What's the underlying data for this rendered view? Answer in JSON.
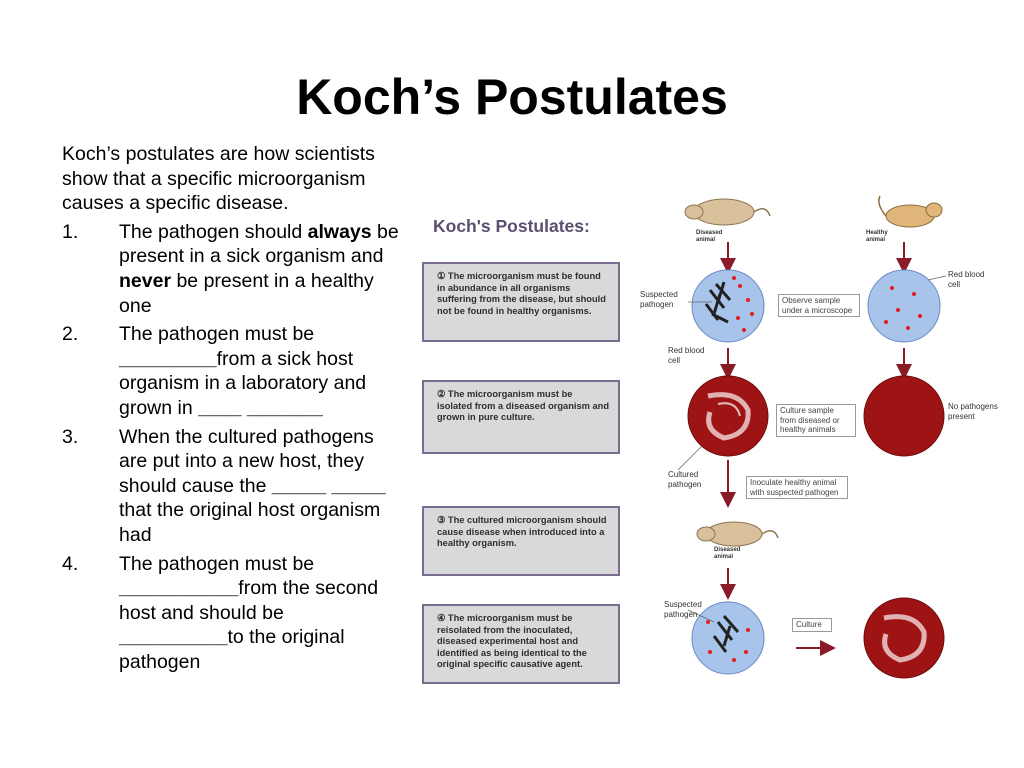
{
  "title": "Koch’s Postulates",
  "intro": "Koch’s postulates are how scientists show that a specific microorganism causes a specific disease.",
  "list": [
    {
      "num": "1.",
      "p1": "The pathogen should ",
      "b1": "always",
      "p2": " be present in a sick organism and ",
      "b2": "never",
      "p3": " be present in a healthy one"
    },
    {
      "num": "2.",
      "blank1": "_________",
      "p1": "The pathogen must be ",
      "p2": "from a sick host organism in a laboratory and grown in ",
      "blank2": "____",
      "blank3": "_______"
    },
    {
      "num": "3.",
      "p1": "When the cultured pathogens are put into a new host, they should cause the ",
      "blank1": "_____",
      "blank2": "_____",
      "p2": " that the original host organism had"
    },
    {
      "num": "4.",
      "p1": "The pathogen must be ",
      "blank1": "___________",
      "p2": "from the second host and should be ",
      "blank2": "__________",
      "p3": "to the original pathogen"
    }
  ],
  "diagram": {
    "title": "Koch's Postulates:",
    "steps": [
      "① The microorganism must be found in abundance in all organisms suffering from the disease, but should not be found in healthy organisms.",
      "② The microorganism must be isolated from a diseased organism and grown in pure culture.",
      "③ The cultured microorganism should cause disease when introduced into a healthy organism.",
      "④ The microorganism must be reisolated from the inoculated, diseased experimental host and identified as being identical to the original specific causative agent."
    ],
    "labels": {
      "diseased_animal": "Diseased animal",
      "healthy_animal": "Healthy animal",
      "suspected_pathogen": "Suspected pathogen",
      "red_blood_cell_left": "Red blood cell",
      "red_blood_cell_right": "Red blood cell",
      "observe": "Observe sample under a microscope",
      "culture_sample": "Culture sample from diseased or healthy animals",
      "no_pathogens": "No pathogens present",
      "cultured_pathogen": "Cultured pathogen",
      "inoculate": "Inoculate healthy animal with suspected pathogen",
      "diseased_animal_2": "Diseased animal",
      "suspected_pathogen_2": "Suspected pathogen",
      "culture": "Culture"
    },
    "colors": {
      "box_bg": "#d9d9db",
      "box_border": "#7a6c8e",
      "title_color": "#5a4f70",
      "dish_blue": "#a9c4ea",
      "culture_red": "#9e1414",
      "dot_red": "#e02020",
      "arrow": "#8a1c2a"
    }
  }
}
